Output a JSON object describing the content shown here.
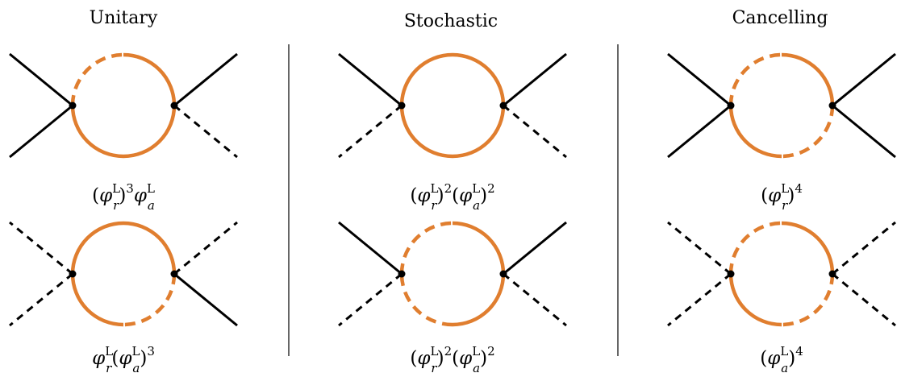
{
  "columns": [
    {
      "title": "Unitary",
      "diagrams": [
        {
          "label": "(φ_r^L)^3 φ_a^L",
          "label_parts": [
            [
              "rm",
              "("
            ],
            [
              "it",
              "φ"
            ],
            [
              "sup",
              "L"
            ],
            [
              "sub",
              "r"
            ],
            [
              "rm",
              ")"
            ],
            [
              "sup",
              "3"
            ],
            [
              "it",
              "φ"
            ],
            [
              "sup",
              "L"
            ],
            [
              "sub",
              "a"
            ]
          ],
          "legs": {
            "left_top": "solid",
            "left_bottom": "solid",
            "right_top": "solid",
            "right_bottom": "dashed"
          },
          "loop": {
            "top": "dashed-left",
            "bottom": "solid"
          }
        },
        {
          "label": "φ_r^L (φ_a^L)^3",
          "label_parts": [
            [
              "it",
              "φ"
            ],
            [
              "sup",
              "L"
            ],
            [
              "sub",
              "r"
            ],
            [
              "rm",
              "("
            ],
            [
              "it",
              "φ"
            ],
            [
              "sup",
              "L"
            ],
            [
              "sub",
              "a"
            ],
            [
              "rm",
              ")"
            ],
            [
              "sup",
              "3"
            ]
          ],
          "legs": {
            "left_top": "dashed",
            "left_bottom": "dashed",
            "right_top": "dashed",
            "right_bottom": "solid"
          },
          "loop": {
            "top": "solid",
            "bottom": "dashed-right"
          }
        }
      ]
    },
    {
      "title": "Stochastic",
      "diagrams": [
        {
          "label": "(φ_r^L)^2 (φ_a^L)^2",
          "label_parts": [
            [
              "rm",
              "("
            ],
            [
              "it",
              "φ"
            ],
            [
              "sup",
              "L"
            ],
            [
              "sub",
              "r"
            ],
            [
              "rm",
              ")"
            ],
            [
              "sup",
              "2"
            ],
            [
              "rm",
              "("
            ],
            [
              "it",
              "φ"
            ],
            [
              "sup",
              "L"
            ],
            [
              "sub",
              "a"
            ],
            [
              "rm",
              ")"
            ],
            [
              "sup",
              "2"
            ]
          ],
          "legs": {
            "left_top": "solid",
            "left_bottom": "dashed",
            "right_top": "solid",
            "right_bottom": "dashed"
          },
          "loop": {
            "top": "solid",
            "bottom": "solid"
          }
        },
        {
          "label": "(φ_r^L)^2 (φ_a^L)^2",
          "label_parts": [
            [
              "rm",
              "("
            ],
            [
              "it",
              "φ"
            ],
            [
              "sup",
              "L"
            ],
            [
              "sub",
              "r"
            ],
            [
              "rm",
              ")"
            ],
            [
              "sup",
              "2"
            ],
            [
              "rm",
              "("
            ],
            [
              "it",
              "φ"
            ],
            [
              "sup",
              "L"
            ],
            [
              "sub",
              "a"
            ],
            [
              "rm",
              ")"
            ],
            [
              "sup",
              "2"
            ]
          ],
          "legs": {
            "left_top": "solid",
            "left_bottom": "dashed",
            "right_top": "solid",
            "right_bottom": "dashed"
          },
          "loop": {
            "top": "dashed-left",
            "bottom": "dashed-left"
          }
        }
      ]
    },
    {
      "title": "Cancelling",
      "diagrams": [
        {
          "label": "(φ_r^L)^4",
          "label_parts": [
            [
              "rm",
              "("
            ],
            [
              "it",
              "φ"
            ],
            [
              "sup",
              "L"
            ],
            [
              "sub",
              "r"
            ],
            [
              "rm",
              ")"
            ],
            [
              "sup",
              "4"
            ]
          ],
          "legs": {
            "left_top": "solid",
            "left_bottom": "solid",
            "right_top": "solid",
            "right_bottom": "solid"
          },
          "loop": {
            "top": "dashed-left",
            "bottom": "dashed-right"
          }
        },
        {
          "label": "(φ_a^L)^4",
          "label_parts": [
            [
              "rm",
              "("
            ],
            [
              "it",
              "φ"
            ],
            [
              "sup",
              "L"
            ],
            [
              "sub",
              "a"
            ],
            [
              "rm",
              ")"
            ],
            [
              "sup",
              "4"
            ]
          ],
          "legs": {
            "left_top": "dashed",
            "left_bottom": "dashed",
            "right_top": "dashed",
            "right_bottom": "dashed"
          },
          "loop": {
            "top": "dashed-left",
            "bottom": "dashed-right"
          }
        }
      ]
    }
  ],
  "colors": {
    "loop": "#e07e2f",
    "line": "#000000"
  }
}
